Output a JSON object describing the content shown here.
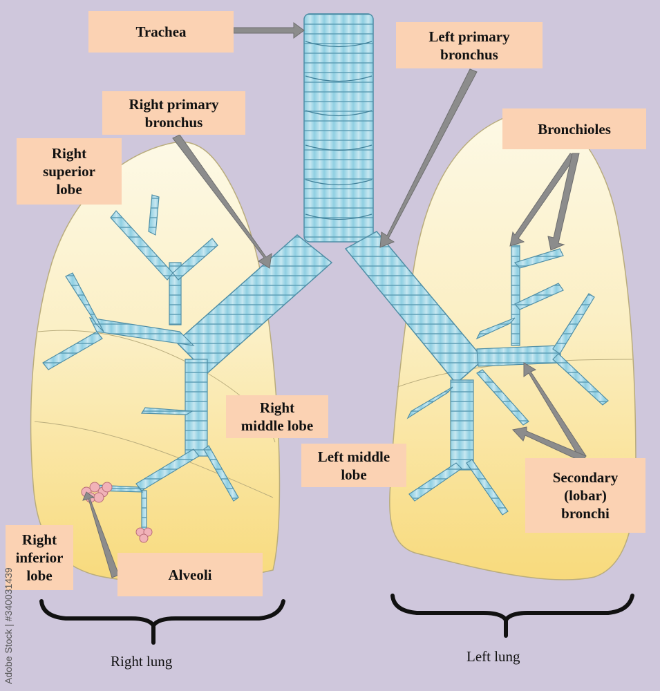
{
  "labels": {
    "trachea": "Trachea",
    "left_primary_bronchus": "Left primary\nbronchus",
    "right_primary_bronchus": "Right primary\nbronchus",
    "bronchioles": "Bronchioles",
    "right_superior_lobe": "Right\nsuperior\nlobe",
    "right_middle_lobe": "Right\nmiddle lobe",
    "left_middle_lobe": "Left middle\nlobe",
    "secondary_bronchi": "Secondary\n(lobar)\nbronchi",
    "right_inferior_lobe": "Right\ninferior\nlobe",
    "alveoli": "Alveoli"
  },
  "captions": {
    "right_lung": "Right lung",
    "left_lung": "Left lung"
  },
  "watermark": "Adobe Stock | #340031439",
  "colors": {
    "background": "#cfc7dc",
    "label_fill": "#fbd2b3",
    "lung_top": "#fdf7df",
    "lung_bottom": "#f9dd8a",
    "airway": "#9fd6e6",
    "arrow": "#8c8c8c"
  }
}
